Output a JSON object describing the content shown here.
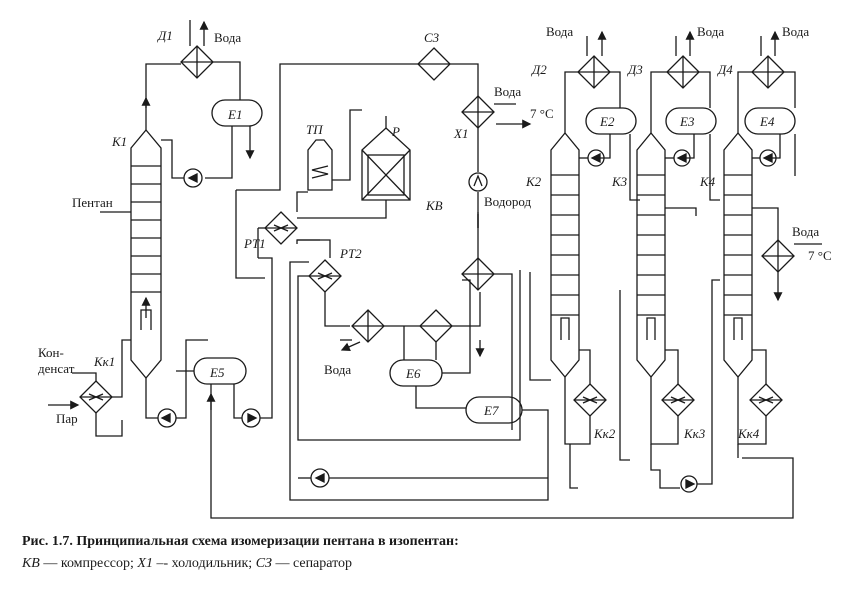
{
  "labels": {
    "d1": "Д1",
    "d2": "Д2",
    "d3": "Д3",
    "d4": "Д4",
    "voda": "Вода",
    "e1": "Е1",
    "e2": "Е2",
    "e3": "Е3",
    "e4": "Е4",
    "e5": "Е5",
    "e6": "Е6",
    "e7": "Е7",
    "k1": "К1",
    "k2": "К2",
    "k3": "К3",
    "k4": "К4",
    "s3": "С3",
    "x1": "Х1",
    "kv": "КВ",
    "vodorod": "Водород",
    "tp": "ТП",
    "r": "Р",
    "rt1": "РТ1",
    "rt2": "РТ2",
    "pentan": "Пентан",
    "kondensat_1": "Кон-",
    "kondensat_2": "денсат",
    "par": "Пар",
    "kk1": "Кк1",
    "kk2": "Кк2",
    "kk3": "Кк3",
    "kk4": "Кк4",
    "temp": "7 °С"
  },
  "caption": {
    "title": "Рис. 1.7. Принципиальная схема изомеризации пентана в изопентан:",
    "legend": [
      {
        "abbr": "КВ",
        "text": " — компрессор; "
      },
      {
        "abbr": "Х1",
        "text": " –- холодильник; "
      },
      {
        "abbr": "СЗ",
        "text": " — сепаратор"
      }
    ]
  }
}
